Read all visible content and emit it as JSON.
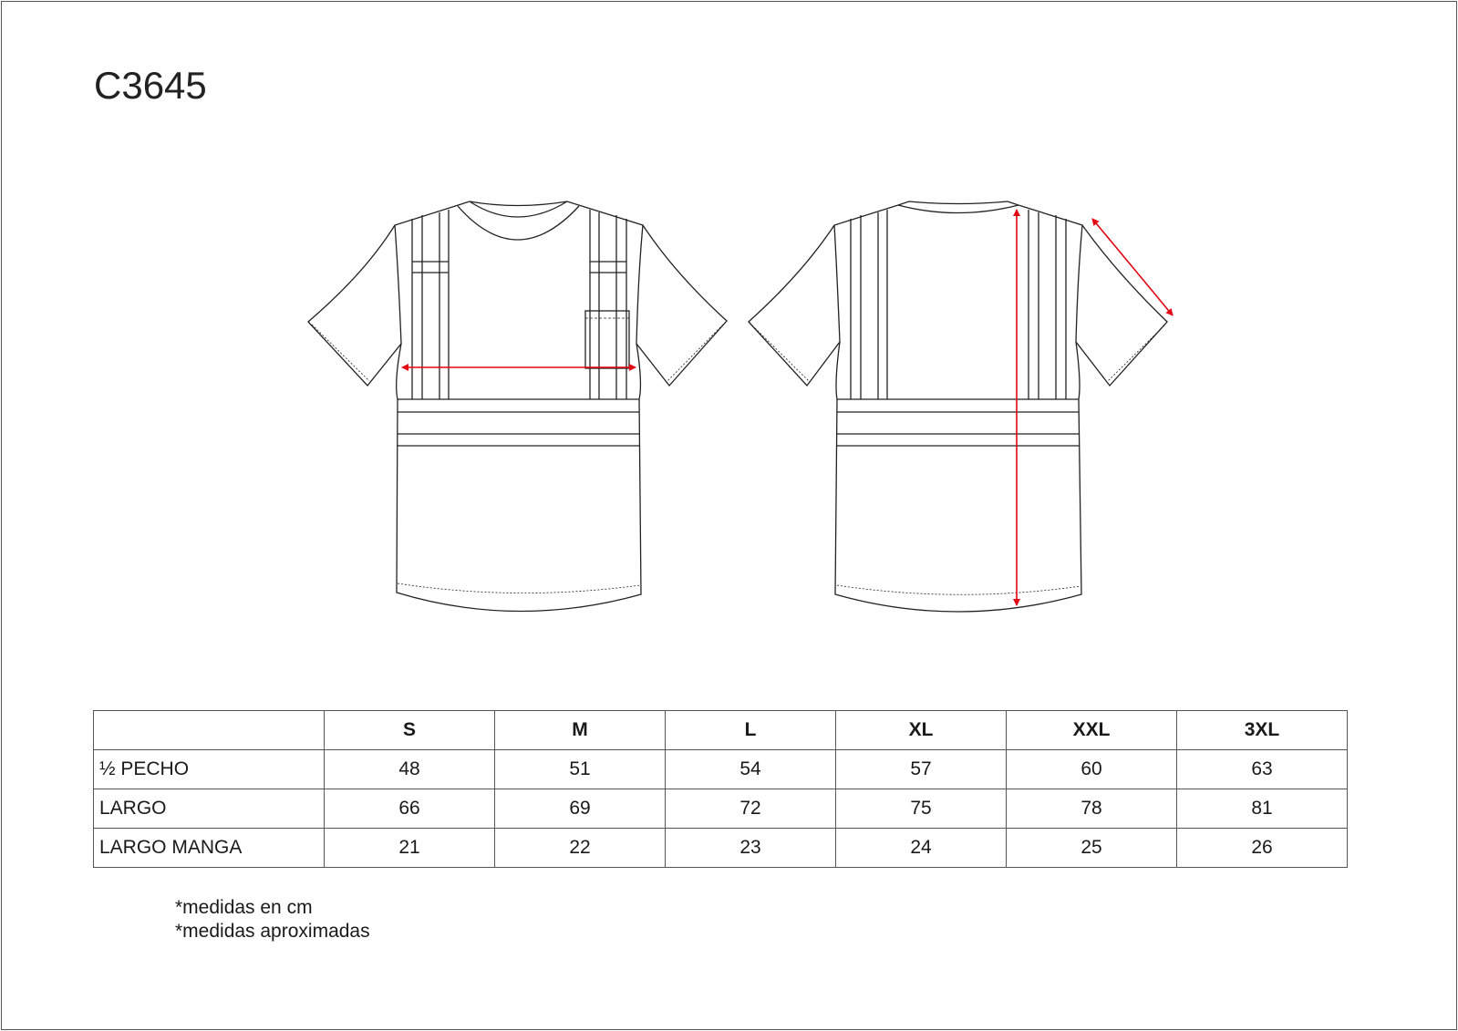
{
  "title": "C3645",
  "colors": {
    "measure_arrow": "#e30613",
    "line": "#222222"
  },
  "diagrams": {
    "front": "front-view",
    "back": "back-view"
  },
  "size_table": {
    "sizes": [
      "S",
      "M",
      "L",
      "XL",
      "XXL",
      "3XL"
    ],
    "rows": [
      {
        "label": "½  PECHO",
        "values": [
          "48",
          "51",
          "54",
          "57",
          "60",
          "63"
        ]
      },
      {
        "label": "LARGO",
        "values": [
          "66",
          "69",
          "72",
          "75",
          "78",
          "81"
        ]
      },
      {
        "label": "LARGO MANGA",
        "values": [
          "21",
          "22",
          "23",
          "24",
          "25",
          "26"
        ]
      }
    ]
  },
  "notes": [
    "*medidas en cm",
    "*medidas aproximadas"
  ]
}
